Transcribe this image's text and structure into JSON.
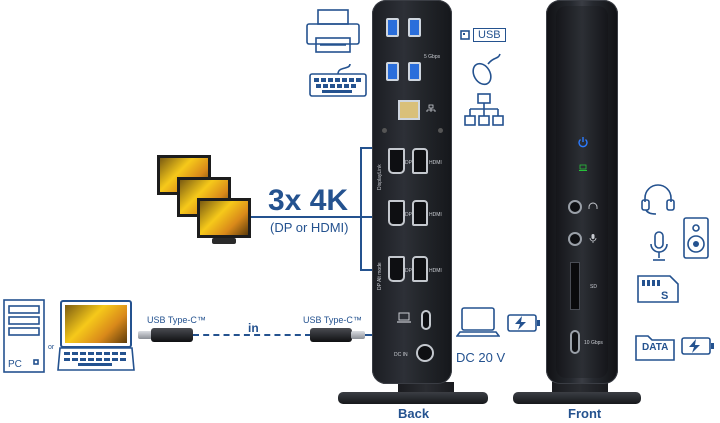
{
  "labels": {
    "usb": "USB",
    "resolution_main": "3x 4K",
    "resolution_sub": "(DP or HDMI)",
    "usb_type_c_left": "USB Type-C™",
    "usb_type_c_right": "USB Type-C™",
    "in": "in",
    "pc": "PC",
    "or": "or",
    "dc_voltage": "DC 20 V",
    "data": "DATA",
    "back": "Back",
    "front": "Front"
  },
  "dock_back": {
    "usb_5gbps": "5 Gbps",
    "displaylink_1": "DisplayLink",
    "displaylink_2": "DP Alt mode",
    "dp": "DP",
    "hdmi": "HDMI",
    "dc_in": "DC IN"
  },
  "dock_front": {
    "sd": "SD",
    "usb_10gbps": "10 Gbps"
  },
  "colors": {
    "accent": "#24528f",
    "usb_port": "#2a6edb",
    "power_led": "#2b7bff"
  }
}
